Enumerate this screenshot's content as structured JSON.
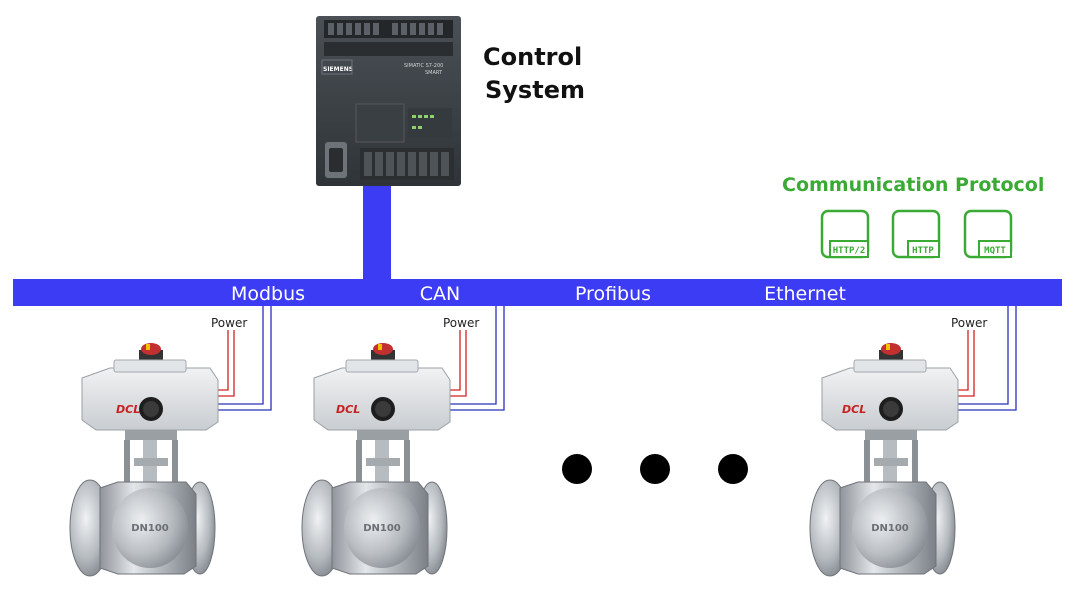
{
  "control_system": {
    "title_line1": "Control",
    "title_line2": "System",
    "plc_brand": "SIEMENS",
    "plc_model_line1": "SIMATIC S7-200",
    "plc_model_line2": "SMART"
  },
  "protocol": {
    "heading": "Communication Protocol",
    "heading_color": "#3aaa35",
    "icons": [
      {
        "name": "http2-icon",
        "label": "HTTP/2"
      },
      {
        "name": "http-icon",
        "label": "HTTP"
      },
      {
        "name": "mqtt-icon",
        "label": "MQTT"
      }
    ]
  },
  "bus": {
    "color": "#3c3cf5",
    "labels": [
      "Modbus",
      "CAN",
      "Profibus",
      "Ethernet"
    ]
  },
  "actuators": [
    {
      "power_label": "Power",
      "brand": "DCL",
      "body_mark": "DN100"
    },
    {
      "power_label": "Power",
      "brand": "DCL",
      "body_mark": "DN100"
    },
    {
      "power_label": "Power",
      "brand": "DCL",
      "body_mark": "DN100"
    }
  ],
  "colors": {
    "power_wire": "#d42020",
    "signal_wire": "#2830b8",
    "ellipsis": "#000000"
  }
}
